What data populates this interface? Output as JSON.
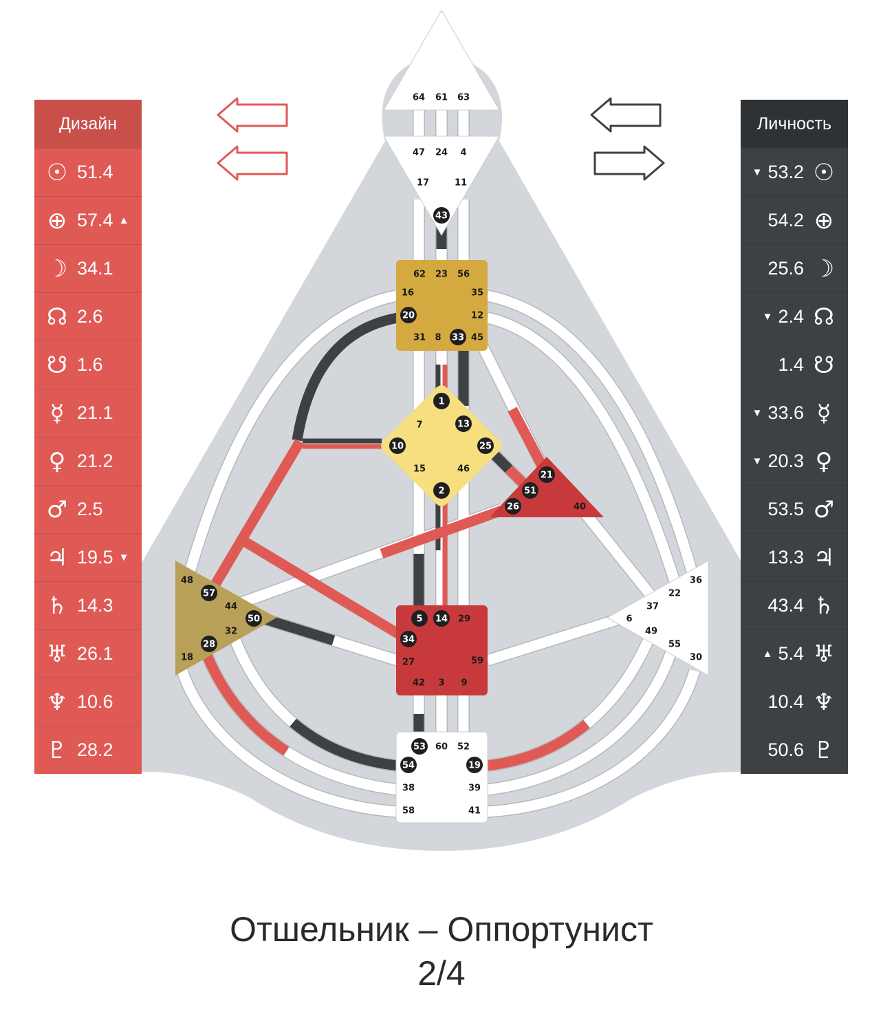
{
  "design": {
    "header": "Дизайн",
    "color": "#e05a55",
    "rows": [
      {
        "symbol": "☉",
        "value": "51.4",
        "mark": ""
      },
      {
        "symbol": "⊕",
        "value": "57.4",
        "mark": "▲"
      },
      {
        "symbol": "☽",
        "value": "34.1",
        "mark": ""
      },
      {
        "symbol": "☊",
        "value": "2.6",
        "mark": ""
      },
      {
        "symbol": "☋",
        "value": "1.6",
        "mark": ""
      },
      {
        "symbol": "☿",
        "value": "21.1",
        "mark": ""
      },
      {
        "symbol": "♀",
        "value": "21.2",
        "mark": ""
      },
      {
        "symbol": "♂",
        "value": "2.5",
        "mark": ""
      },
      {
        "symbol": "♃",
        "value": "19.5",
        "mark": "▼"
      },
      {
        "symbol": "♄",
        "value": "14.3",
        "mark": ""
      },
      {
        "symbol": "♅",
        "value": "26.1",
        "mark": ""
      },
      {
        "symbol": "♆",
        "value": "10.6",
        "mark": ""
      },
      {
        "symbol": "♇",
        "value": "28.2",
        "mark": ""
      }
    ]
  },
  "personality": {
    "header": "Личность",
    "color": "#3e4144",
    "rows": [
      {
        "symbol": "☉",
        "value": "53.2",
        "mark": "▼"
      },
      {
        "symbol": "⊕",
        "value": "54.2",
        "mark": ""
      },
      {
        "symbol": "☽",
        "value": "25.6",
        "mark": ""
      },
      {
        "symbol": "☊",
        "value": "2.4",
        "mark": "▼"
      },
      {
        "symbol": "☋",
        "value": "1.4",
        "mark": ""
      },
      {
        "symbol": "☿",
        "value": "33.6",
        "mark": "▼"
      },
      {
        "symbol": "♀",
        "value": "20.3",
        "mark": "▼"
      },
      {
        "symbol": "♂",
        "value": "53.5",
        "mark": ""
      },
      {
        "symbol": "♃",
        "value": "13.3",
        "mark": ""
      },
      {
        "symbol": "♄",
        "value": "43.4",
        "mark": ""
      },
      {
        "symbol": "♅",
        "value": "5.4",
        "mark": "▲"
      },
      {
        "symbol": "♆",
        "value": "10.4",
        "mark": ""
      },
      {
        "symbol": "♇",
        "value": "50.6",
        "mark": ""
      }
    ]
  },
  "centers": {
    "head": {
      "color": "#ffffff",
      "gates": [
        {
          "n": "64",
          "d": false
        },
        {
          "n": "61",
          "d": false
        },
        {
          "n": "63",
          "d": false
        }
      ]
    },
    "ajna": {
      "color": "#ffffff",
      "gates": [
        {
          "n": "47",
          "d": false
        },
        {
          "n": "24",
          "d": false
        },
        {
          "n": "4",
          "d": false
        },
        {
          "n": "17",
          "d": false
        },
        {
          "n": "11",
          "d": false
        },
        {
          "n": "43",
          "d": true
        }
      ]
    },
    "throat": {
      "color": "#d4aa40",
      "gates": [
        {
          "n": "62",
          "d": false
        },
        {
          "n": "23",
          "d": false
        },
        {
          "n": "56",
          "d": false
        },
        {
          "n": "16",
          "d": false
        },
        {
          "n": "35",
          "d": false
        },
        {
          "n": "20",
          "d": true
        },
        {
          "n": "12",
          "d": false
        },
        {
          "n": "31",
          "d": false
        },
        {
          "n": "8",
          "d": false
        },
        {
          "n": "33",
          "d": true
        },
        {
          "n": "45",
          "d": false
        }
      ]
    },
    "g": {
      "color": "#f7df80",
      "gates": [
        {
          "n": "1",
          "d": true
        },
        {
          "n": "7",
          "d": false
        },
        {
          "n": "13",
          "d": true
        },
        {
          "n": "10",
          "d": true
        },
        {
          "n": "25",
          "d": true
        },
        {
          "n": "15",
          "d": false
        },
        {
          "n": "46",
          "d": false
        },
        {
          "n": "2",
          "d": true
        }
      ]
    },
    "heart": {
      "color": "#c8393b",
      "gates": [
        {
          "n": "21",
          "d": true
        },
        {
          "n": "51",
          "d": true
        },
        {
          "n": "26",
          "d": true
        },
        {
          "n": "40",
          "d": false
        }
      ]
    },
    "spleen": {
      "color": "#b9a058",
      "gates": [
        {
          "n": "48",
          "d": false
        },
        {
          "n": "57",
          "d": true
        },
        {
          "n": "44",
          "d": false
        },
        {
          "n": "50",
          "d": true
        },
        {
          "n": "32",
          "d": false
        },
        {
          "n": "28",
          "d": true
        },
        {
          "n": "18",
          "d": false
        }
      ]
    },
    "solar": {
      "color": "#ffffff",
      "gates": [
        {
          "n": "36",
          "d": false
        },
        {
          "n": "22",
          "d": false
        },
        {
          "n": "37",
          "d": false
        },
        {
          "n": "6",
          "d": false
        },
        {
          "n": "49",
          "d": false
        },
        {
          "n": "55",
          "d": false
        },
        {
          "n": "30",
          "d": false
        }
      ]
    },
    "sacral": {
      "color": "#c8393b",
      "gates": [
        {
          "n": "5",
          "d": true
        },
        {
          "n": "14",
          "d": true
        },
        {
          "n": "29",
          "d": false
        },
        {
          "n": "34",
          "d": true
        },
        {
          "n": "27",
          "d": false
        },
        {
          "n": "59",
          "d": false
        },
        {
          "n": "42",
          "d": false
        },
        {
          "n": "3",
          "d": false
        },
        {
          "n": "9",
          "d": false
        }
      ]
    },
    "root": {
      "color": "#ffffff",
      "gates": [
        {
          "n": "53",
          "d": true
        },
        {
          "n": "60",
          "d": false
        },
        {
          "n": "52",
          "d": false
        },
        {
          "n": "54",
          "d": true
        },
        {
          "n": "19",
          "d": true
        },
        {
          "n": "38",
          "d": false
        },
        {
          "n": "39",
          "d": false
        },
        {
          "n": "58",
          "d": false
        },
        {
          "n": "41",
          "d": false
        }
      ]
    }
  },
  "colors": {
    "design": "#e05a55",
    "personality": "#3e4144",
    "body": "#d3d6da"
  },
  "type_title": "Отшельник – Оппортунист",
  "profile": "2/4"
}
